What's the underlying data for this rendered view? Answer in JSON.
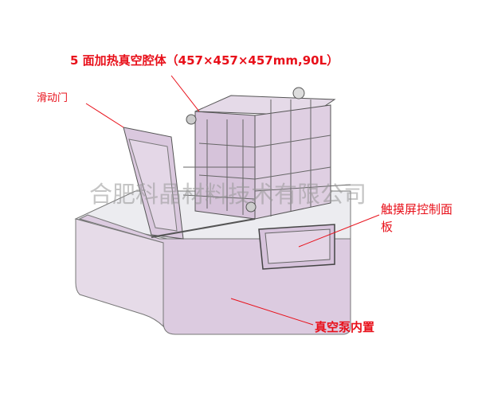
{
  "title": "5 面加热真空腔体（457×457×457mm,90L）",
  "labels": {
    "sliding_door": "滑动门",
    "touch_panel_line1": "触摸屏控制面",
    "touch_panel_line2": "板",
    "vacuum_pump": "真空泵内置"
  },
  "watermark": "合肥科晶材料技术有限公司",
  "colors": {
    "label": "#e8101a",
    "body": "#dccbe0",
    "top": "#eeeef2"
  }
}
